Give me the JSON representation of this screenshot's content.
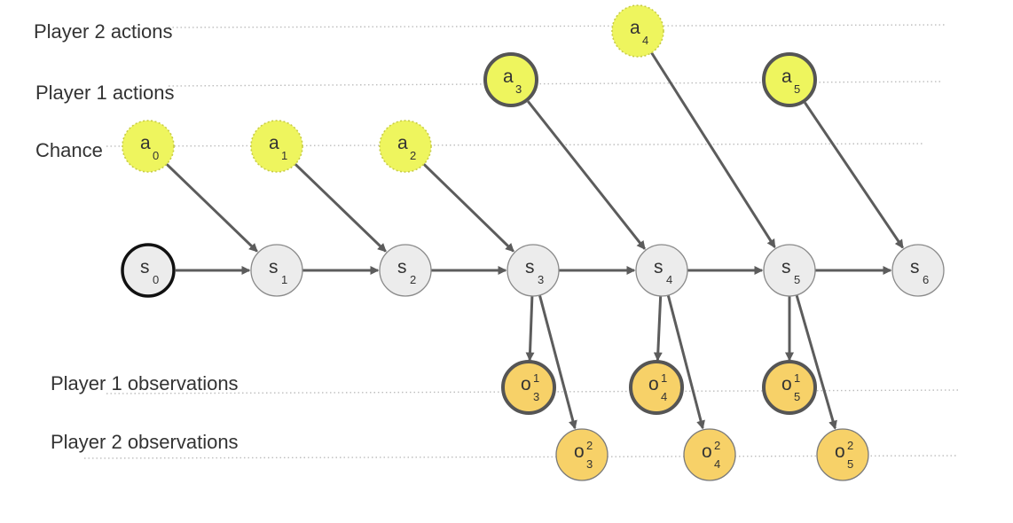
{
  "colors": {
    "state_fill": "#ececec",
    "state_stroke": "#8a8a8a",
    "initial_state_stroke": "#111111",
    "action_fill": "#eef55e",
    "action_dotted_stroke": "#c7cc45",
    "player_stroke": "#555555",
    "observation_fill": "#f7d168",
    "observation_stroke": "#7a7a7a",
    "edge": "#5c5c5c"
  },
  "rows": [
    {
      "id": "p2-actions",
      "label": "Player 2 actions"
    },
    {
      "id": "p1-actions",
      "label": "Player 1 actions"
    },
    {
      "id": "chance",
      "label": "Chance"
    },
    {
      "id": "p1-obs",
      "label": "Player 1 observations"
    },
    {
      "id": "p2-obs",
      "label": "Player 2 observations"
    }
  ],
  "nodes": [
    {
      "id": "s0",
      "kind": "state-initial",
      "main": "s",
      "sub": "0"
    },
    {
      "id": "s1",
      "kind": "state",
      "main": "s",
      "sub": "1"
    },
    {
      "id": "s2",
      "kind": "state",
      "main": "s",
      "sub": "2"
    },
    {
      "id": "s3",
      "kind": "state",
      "main": "s",
      "sub": "3"
    },
    {
      "id": "s4",
      "kind": "state",
      "main": "s",
      "sub": "4"
    },
    {
      "id": "s5",
      "kind": "state",
      "main": "s",
      "sub": "5"
    },
    {
      "id": "s6",
      "kind": "state",
      "main": "s",
      "sub": "6"
    },
    {
      "id": "a0",
      "kind": "chance-action",
      "main": "a",
      "sub": "0"
    },
    {
      "id": "a1",
      "kind": "chance-action",
      "main": "a",
      "sub": "1"
    },
    {
      "id": "a2",
      "kind": "chance-action",
      "main": "a",
      "sub": "2"
    },
    {
      "id": "a3",
      "kind": "player-action",
      "main": "a",
      "sub": "3"
    },
    {
      "id": "a4",
      "kind": "chance-action",
      "main": "a",
      "sub": "4"
    },
    {
      "id": "a5",
      "kind": "player-action",
      "main": "a",
      "sub": "5"
    },
    {
      "id": "o1_3",
      "kind": "observation-bold",
      "main": "o",
      "sup": "1",
      "sub": "3"
    },
    {
      "id": "o1_4",
      "kind": "observation-bold",
      "main": "o",
      "sup": "1",
      "sub": "4"
    },
    {
      "id": "o1_5",
      "kind": "observation-bold",
      "main": "o",
      "sup": "1",
      "sub": "5"
    },
    {
      "id": "o2_3",
      "kind": "observation",
      "main": "o",
      "sup": "2",
      "sub": "3"
    },
    {
      "id": "o2_4",
      "kind": "observation",
      "main": "o",
      "sup": "2",
      "sub": "4"
    },
    {
      "id": "o2_5",
      "kind": "observation",
      "main": "o",
      "sup": "2",
      "sub": "5"
    }
  ],
  "edges": [
    [
      "s0",
      "s1"
    ],
    [
      "s1",
      "s2"
    ],
    [
      "s2",
      "s3"
    ],
    [
      "s3",
      "s4"
    ],
    [
      "s4",
      "s5"
    ],
    [
      "s5",
      "s6"
    ],
    [
      "a0",
      "s1"
    ],
    [
      "a1",
      "s2"
    ],
    [
      "a2",
      "s3"
    ],
    [
      "a3",
      "s4"
    ],
    [
      "a4",
      "s5"
    ],
    [
      "a5",
      "s6"
    ],
    [
      "s3",
      "o1_3"
    ],
    [
      "s3",
      "o2_3"
    ],
    [
      "s4",
      "o1_4"
    ],
    [
      "s4",
      "o2_4"
    ],
    [
      "s5",
      "o1_5"
    ],
    [
      "s5",
      "o2_5"
    ]
  ]
}
